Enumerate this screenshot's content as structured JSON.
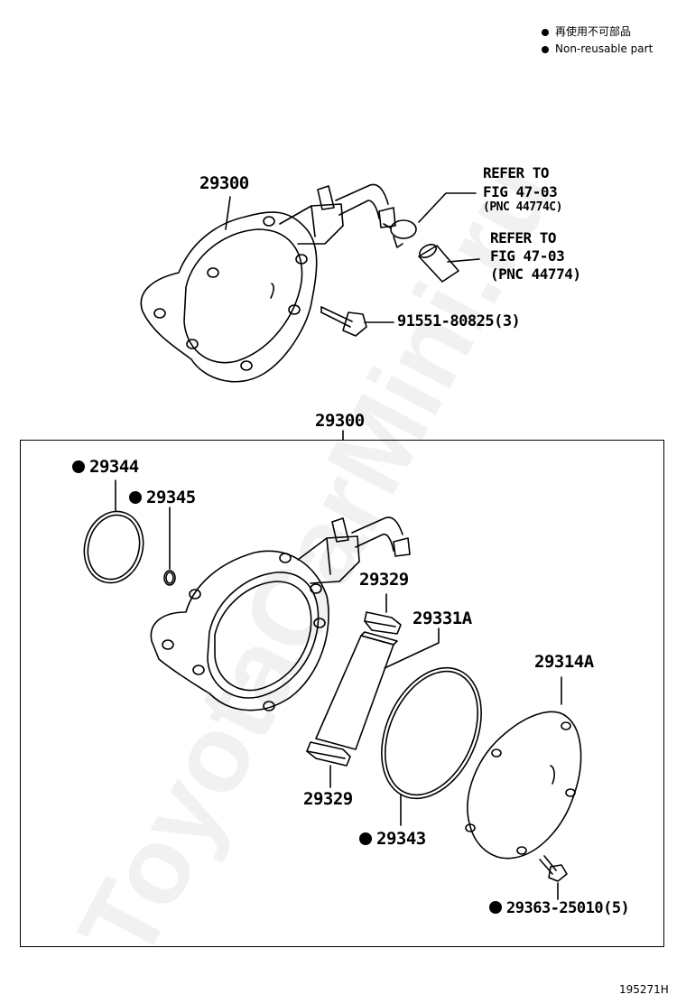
{
  "legend": {
    "jp": "再使用不可部品",
    "en": "Non-reusable part"
  },
  "upper": {
    "assembly": "29300",
    "refer1": {
      "line1": "REFER TO",
      "line2": "FIG 47-03",
      "line3": "(PNC 44774C)"
    },
    "refer2": {
      "line1": "REFER TO",
      "line2": "FIG 47-03",
      "line3": "(PNC 44774)"
    },
    "bolt": "91551-80825(3)"
  },
  "lower": {
    "assembly": "29300",
    "oring_large": "29344",
    "oring_small": "29345",
    "vane_top": "29329",
    "rotor": "29331A",
    "cover": "29314A",
    "vane_bottom": "29329",
    "gasket": "29343",
    "cover_bolt": "29363-25010(5)"
  },
  "figure_id": "195271H",
  "watermark": "ToyotaCarMini.ru"
}
